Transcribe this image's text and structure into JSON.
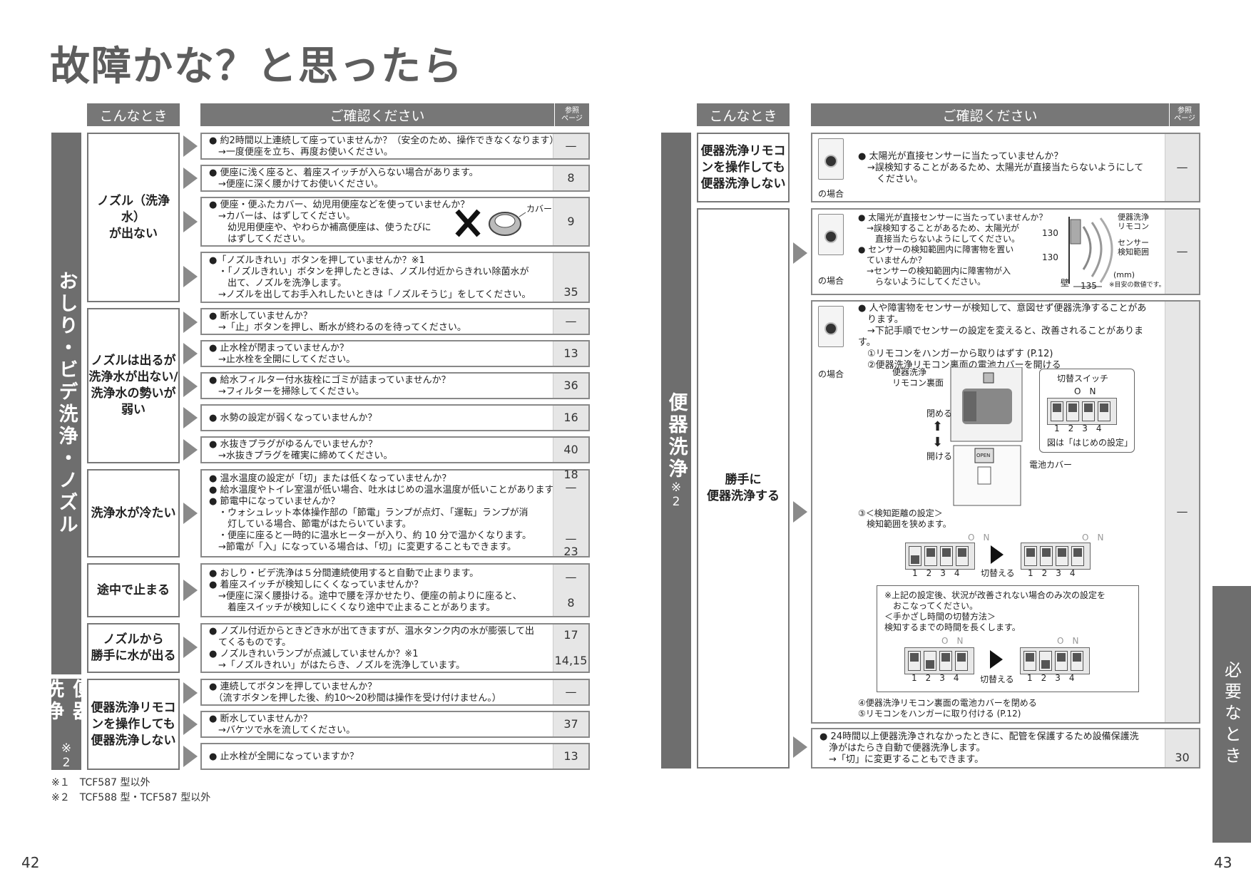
{
  "title": "故障かな？と思ったら",
  "headers": {
    "when": "こんなとき",
    "check": "ご確認ください",
    "ref": "参照\nページ"
  },
  "left": {
    "band1": "おしり・ビデ洗浄・ノズル",
    "band2": "便器洗浄",
    "band2_note": "※2",
    "groups": [
      {
        "cond": "ノズル（洗浄水）\nが出ない"
      },
      {
        "cond": "ノズルは出るが\n洗浄水が出ない/\n洗浄水の勢いが\n弱い"
      },
      {
        "cond": "洗浄水が冷たい"
      },
      {
        "cond": "途中で止まる"
      },
      {
        "cond": "ノズルから\n勝手に水が出る"
      },
      {
        "cond": "便器洗浄リモコ\nンを操作しても\n便器洗浄しない"
      }
    ],
    "rows": [
      {
        "text": "● 約2時間以上連続して座っていませんか？（安全のため、操作できなくなります）\n　→一度便座を立ち、再度お使いください。",
        "ref": "—"
      },
      {
        "text": "● 便座に浅く座ると、着座スイッチが入らない場合があります。\n　→便座に深く腰かけてお使いください。",
        "ref": "8"
      },
      {
        "text": "● 便座・便ふたカバー、幼児用便座などを使っていませんか？\n　→カバーは、はずしてください。\n　　幼児用便座や、やわらか補高便座は、使うたびに\n　　はずしてください。",
        "ref": "9",
        "cover_label": "カバー"
      },
      {
        "text": "●「ノズルきれい」ボタンを押していませんか？※1\n　・「ノズルきれい」ボタンを押したときは、ノズル付近からきれい除菌水が\n　　出て、ノズルを洗浄します。\n　→ノズルを出してお手入れしたいときは「ノズルそうじ」をしてください。",
        "ref": "35"
      },
      {
        "text": "● 断水していませんか？\n　→「止」ボタンを押し、断水が終わるのを待ってください。",
        "ref": "—"
      },
      {
        "text": "● 止水栓が閉まっていませんか？\n　→止水栓を全開にしてください。",
        "ref": "13"
      },
      {
        "text": "● 給水フィルター付水抜栓にゴミが詰まっていませんか？\n　→フィルターを掃除してください。",
        "ref": "36"
      },
      {
        "text": "● 水勢の設定が弱くなっていませんか？",
        "ref": "16"
      },
      {
        "text": "● 水抜きプラグがゆるんでいませんか？\n　→水抜きプラグを確実に締めてください。",
        "ref": "40"
      },
      {
        "text": "● 温水温度の設定が「切」または低くなっていませんか？\n● 給水温度やトイレ室温が低い場合、吐水はじめの温水温度が低いことがあります。\n● 節電中になっていませんか？\n　・ウォシュレット本体操作部の「節電」ランプが点灯、「運転」ランプが消\n　　灯している場合、節電がはたらいています。\n　・便座に座ると一時的に温水ヒーターが入り、約 10 分で温かくなります。\n　→節電が「入」になっている場合は、「切」に変更することもできます。",
        "ref": "18\n—\n\n\n\n—\n23"
      },
      {
        "text": "● おしり・ビデ洗浄は５分間連続使用すると自動で止まります。\n● 着座スイッチが検知しにくくなっていませんか？\n　→便座に深く腰掛ける。途中で腰を浮かせたり、便座の前よりに座ると、\n　　着座スイッチが検知しにくくなり途中で止まることがあります。",
        "ref": "—\n\n8\n"
      },
      {
        "text": "● ノズル付近からときどき水が出てきますが、温水タンク内の水が膨張して出\n　てくるものです。\n● ノズルきれいランプが点滅していませんか？※1\n　→「ノズルきれい」がはたらき、ノズルを洗浄しています。",
        "ref": "17\n\n14,15"
      },
      {
        "text": "● 連続してボタンを押していませんか？\n　（流すボタンを押した後、約10～20秒間は操作を受け付けません。）",
        "ref": "—"
      },
      {
        "text": "● 断水していませんか？\n　→バケツで水を流してください。",
        "ref": "37"
      },
      {
        "text": "● 止水栓が全開になっていますか？",
        "ref": "13"
      }
    ],
    "footnotes": [
      "※１　TCF587 型以外",
      "※２　TCF588 型・TCF587 型以外"
    ],
    "page": "42"
  },
  "right": {
    "band": "便器洗浄",
    "band_note": "※2",
    "cond1": "便器洗浄リモコ\nンを操作しても\n便器洗浄しない",
    "cond2": "勝手に\n便器洗浄する",
    "remote_case": "の場合",
    "r1_text": "● 太陽光が直接センサーに当たっていませんか？\n　→誤検知することがあるため、太陽光が直接当たらないようにして\n　　ください。",
    "r1_ref": "—",
    "r2_text": "● 太陽光が直接センサーに当たっていませんか？\n　→誤検知することがあるため、太陽光が\n　　直接当たらないようにしてください。\n● センサーの検知範囲内に障害物を置い\n　ていませんか？\n　→センサーの検知範囲内に障害物が入\n　　らないようにしてください。",
    "r2_ref": "—",
    "diag": {
      "v1": "130",
      "v2": "130",
      "h": "135",
      "wall": "壁",
      "unit": "(mm)",
      "note": "※目安の数値です。",
      "remote": "便器洗浄\nリモコン",
      "range": "センサー\n検知範囲"
    },
    "r3_text": "● 人や障害物をセンサーが検知して、意図せず便器洗浄することがあ\n　ります。\n　→下記手順でセンサーの設定を変えると、改善されることがあります。\n　①リモコンをハンガーから取りはずす (P.12)\n　②便器洗浄リモコン裏面の電池カバーを開ける",
    "r3_ref": "—",
    "back_label": "便器洗浄\nリモコン裏面",
    "close_label": "閉める",
    "open_label": "開ける",
    "switch_title": "切替スイッチ",
    "on": "O　N",
    "nums": "1　2　3　4",
    "initial": "図は「はじめの設定」",
    "battery": "電池カバー",
    "open_tag": "OPEN",
    "step3": "③＜検知距離の設定＞\n　検知範囲を狭めます。",
    "switch_to": "切替える",
    "note_box": "※上記の設定後、状況が改善されない場合のみ次の設定を\n　おこなってください。\n＜手かざし時間の切替方法＞\n検知するまでの時間を長くします。",
    "step45": "④便器洗浄リモコン裏面の電池カバーを閉める\n⑤リモコンをハンガーに取り付ける (P.12)",
    "r4_text": "● 24時間以上便器洗浄されなかったときに、配管を保護するため設備保護洗\n　浄がはたらき自動で便器洗浄します。\n　→「切」に変更することもできます。",
    "r4_ref": "30",
    "side_tab": "必要なとき",
    "page": "43"
  }
}
